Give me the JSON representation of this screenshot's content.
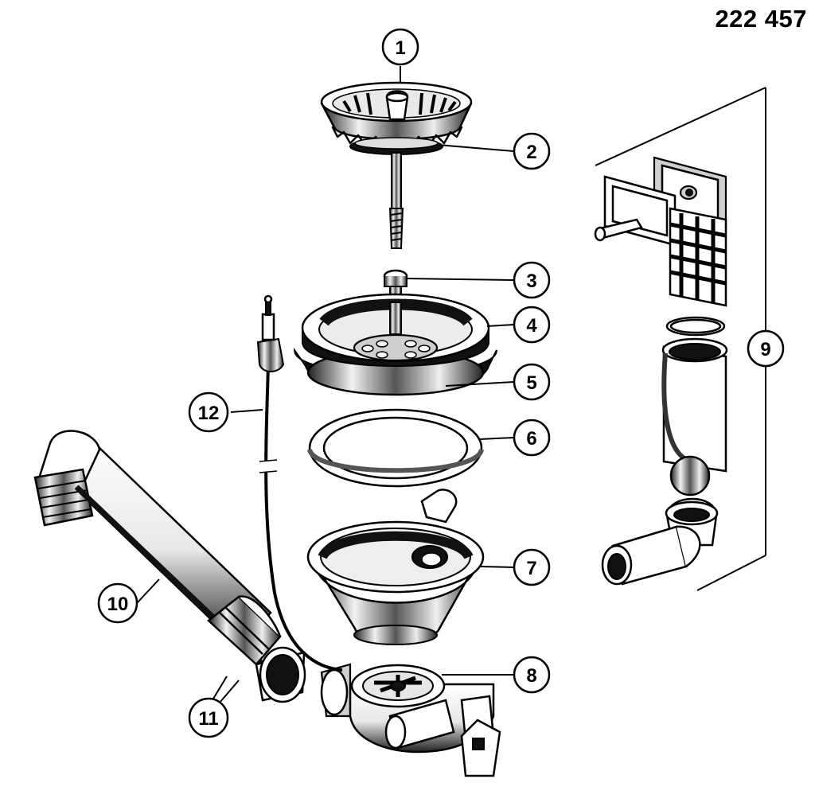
{
  "document": {
    "part_number": "222 457"
  },
  "callouts": [
    {
      "id": "1",
      "label": "1"
    },
    {
      "id": "2",
      "label": "2"
    },
    {
      "id": "3",
      "label": "3"
    },
    {
      "id": "4",
      "label": "4"
    },
    {
      "id": "5",
      "label": "5"
    },
    {
      "id": "6",
      "label": "6"
    },
    {
      "id": "7",
      "label": "7"
    },
    {
      "id": "8",
      "label": "8"
    },
    {
      "id": "9",
      "label": "9"
    },
    {
      "id": "10",
      "label": "10"
    },
    {
      "id": "11",
      "label": "11"
    },
    {
      "id": "12",
      "label": "12"
    }
  ]
}
